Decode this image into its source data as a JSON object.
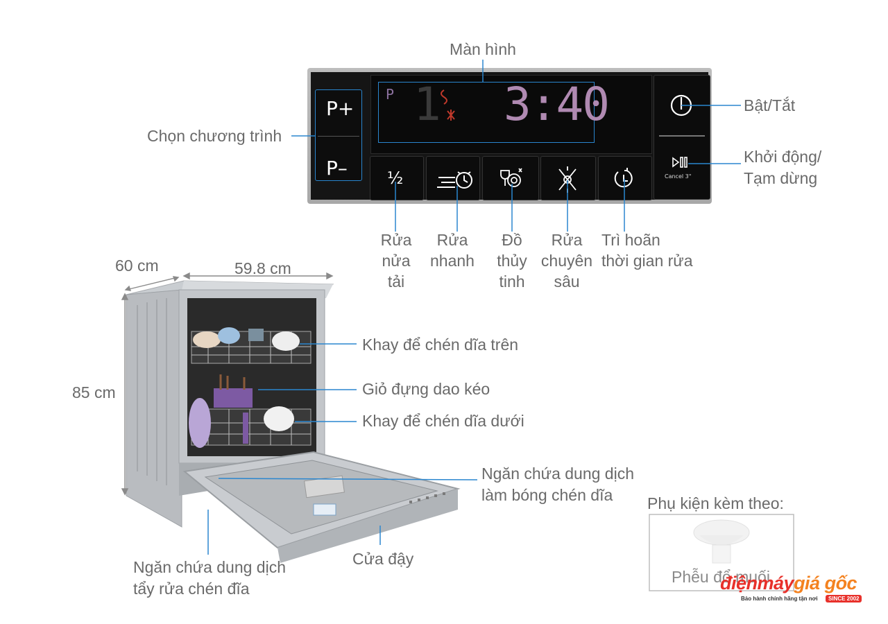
{
  "labels": {
    "display": "Màn hình",
    "program_select": "Chọn chương trình",
    "power": "Bật/Tắt",
    "start_pause_1": "Khởi động/",
    "start_pause_2": "Tạm dừng",
    "half_load": [
      "Rửa",
      "nửa",
      "tải"
    ],
    "quick_wash": [
      "Rửa",
      "nhanh"
    ],
    "glassware": [
      "Đồ",
      "thủy",
      "tinh"
    ],
    "intensive": [
      "Rửa",
      "chuyên",
      "sâu"
    ],
    "delay_1": "Trì hoãn",
    "delay_2": "thời gian rửa",
    "depth": "60 cm",
    "width": "59.8 cm",
    "height": "85 cm",
    "upper_rack": "Khay để chén dĩa trên",
    "cutlery_basket": "Giỏ đựng dao kéo",
    "lower_rack": "Khay để chén dĩa dưới",
    "rinse_aid_1": "Ngăn chứa dung dịch",
    "rinse_aid_2": "làm bóng chén dĩa",
    "detergent_1": "Ngăn chứa dung dịch",
    "detergent_2": "tẩy rửa chén đĩa",
    "door": "Cửa đậy",
    "accessories": "Phụ kiện kèm theo:",
    "salt_funnel": "Phễu đổ muối"
  },
  "panel": {
    "p_plus": "P+",
    "p_minus": "P–",
    "display_p": "P",
    "display_program": "1",
    "display_time": "3:40",
    "half_key": "½",
    "cancel_text": "Cancel 3\""
  },
  "logo": {
    "brand_1": "điện",
    "brand_2": "máy",
    "brand_3": "giá gốc",
    "tagline": "Bảo hành chính hãng tận nơi",
    "since": "SINCE 2002"
  },
  "colors": {
    "leader_line": "#2a86cf",
    "label_text": "#6a6a6a",
    "display_segment": "#b08ab2",
    "logo_red": "#e8312b",
    "logo_orange": "#f4821f"
  }
}
